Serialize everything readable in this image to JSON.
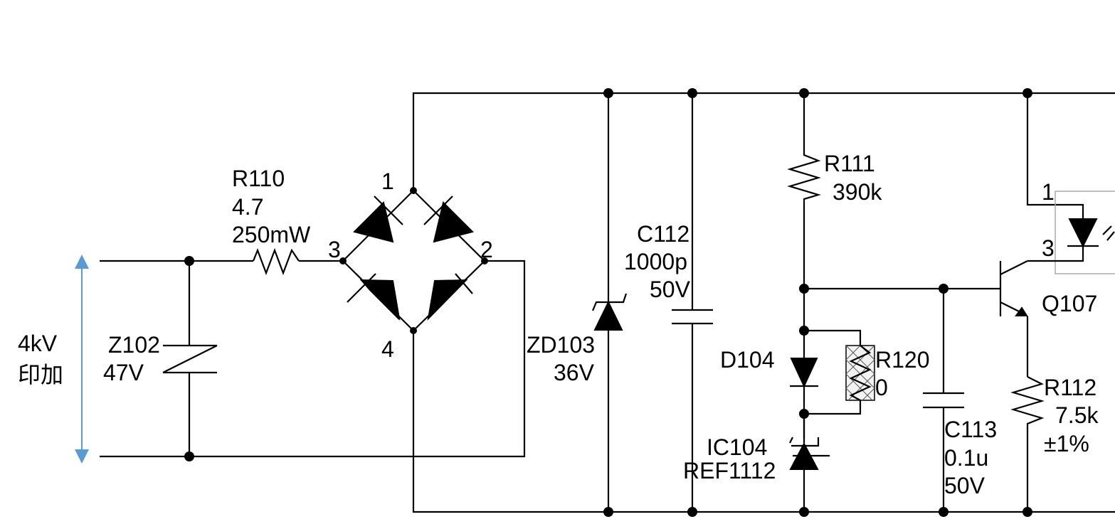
{
  "input": {
    "label_line1": "4kV",
    "label_line2": "印加",
    "arrow_color": "#5b9bd5"
  },
  "components": {
    "z102": {
      "ref": "Z102",
      "value": "47V"
    },
    "r110": {
      "ref": "R110",
      "value": "4.7",
      "rating": "250mW"
    },
    "bridge": {
      "pin1": "1",
      "pin2": "2",
      "pin3": "3",
      "pin4": "4"
    },
    "zd103": {
      "ref": "ZD103",
      "value": "36V"
    },
    "c112": {
      "ref": "C112",
      "value": "1000p",
      "rating": "50V"
    },
    "r111": {
      "ref": "R111",
      "value": "390k"
    },
    "d104": {
      "ref": "D104"
    },
    "r120": {
      "ref": "R120",
      "value": "0"
    },
    "ic104": {
      "ref": "IC104",
      "part": "REF1112"
    },
    "c113": {
      "ref": "C113",
      "value": "0.1u",
      "rating": "50V"
    },
    "q107": {
      "ref": "Q107"
    },
    "r112": {
      "ref": "R112",
      "value": "7.5k",
      "tolerance": "±1%"
    },
    "opto": {
      "pin1": "1",
      "pin3": "3"
    }
  }
}
